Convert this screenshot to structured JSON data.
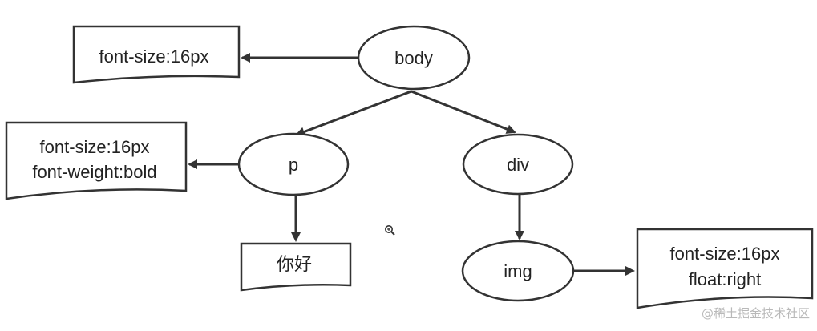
{
  "nodes": {
    "body": "body",
    "p": "p",
    "div": "div",
    "img": "img"
  },
  "styles": {
    "body": "font-size:16px",
    "p_line1": "font-size:16px",
    "p_line2": "font-weight:bold",
    "text": "你好",
    "img_line1": "font-size:16px",
    "img_line2": "float:right"
  },
  "watermark": "@稀土掘金技术社区",
  "colors": {
    "stroke": "#333333",
    "text": "#222222",
    "watermark": "#b9b9b9"
  },
  "cursor_icon": "zoom-in-cursor-icon"
}
